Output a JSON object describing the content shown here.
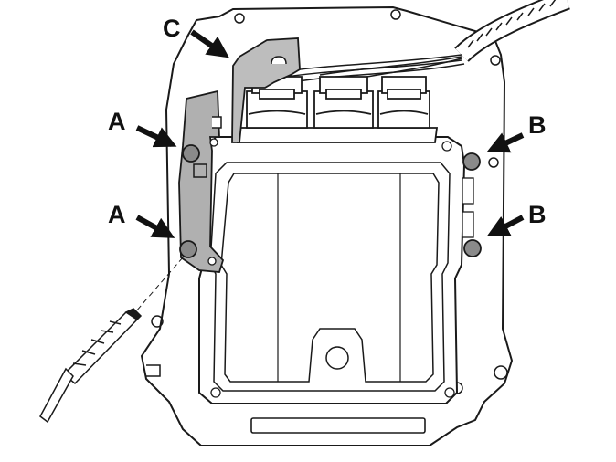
{
  "callouts": {
    "c": "C",
    "a_upper": "A",
    "a_lower": "A",
    "b_upper": "B",
    "b_lower": "B"
  },
  "colors": {
    "line": "#1a1a1a",
    "bracket_fill": "#b0b0b0",
    "bracket_c_fill": "#bdbdbd",
    "bolt_fill": "#8a8a8a",
    "panel_fill": "#ffffff"
  }
}
